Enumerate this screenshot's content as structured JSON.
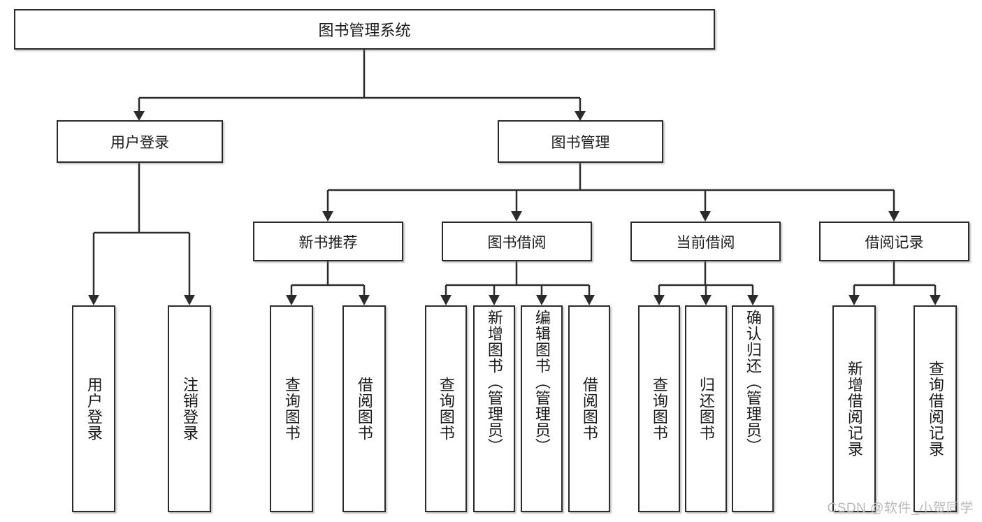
{
  "diagram": {
    "type": "tree-hierarchy",
    "title": "图书管理系统",
    "watermark": "CSDN @软件_小贺同学",
    "colors": {
      "stroke": "#2b2b2b",
      "fill": "#ffffff",
      "text": "#1a1a1a",
      "watermark": "#b9b9b9"
    },
    "root": {
      "label": "图书管理系统"
    },
    "level2": [
      {
        "label": "用户登录"
      },
      {
        "label": "图书管理"
      }
    ],
    "modules": [
      {
        "label": "新书推荐"
      },
      {
        "label": "图书借阅"
      },
      {
        "label": "当前借阅"
      },
      {
        "label": "借阅记录"
      }
    ],
    "leaves": {
      "user_login": [
        {
          "label": "用户登录"
        },
        {
          "label": "注销登录"
        }
      ],
      "new_book": [
        {
          "label": "查询图书"
        },
        {
          "label": "借阅图书"
        }
      ],
      "borrow": [
        {
          "label": "查询图书"
        },
        {
          "label": "新增图书（管理员）"
        },
        {
          "label": "编辑图书（管理员）"
        },
        {
          "label": "借阅图书"
        }
      ],
      "current": [
        {
          "label": "查询图书"
        },
        {
          "label": "归还图书"
        },
        {
          "label": "确认归还（管理员）"
        }
      ],
      "records": [
        {
          "label": "新增借阅记录"
        },
        {
          "label": "查询借阅记录"
        }
      ]
    }
  }
}
